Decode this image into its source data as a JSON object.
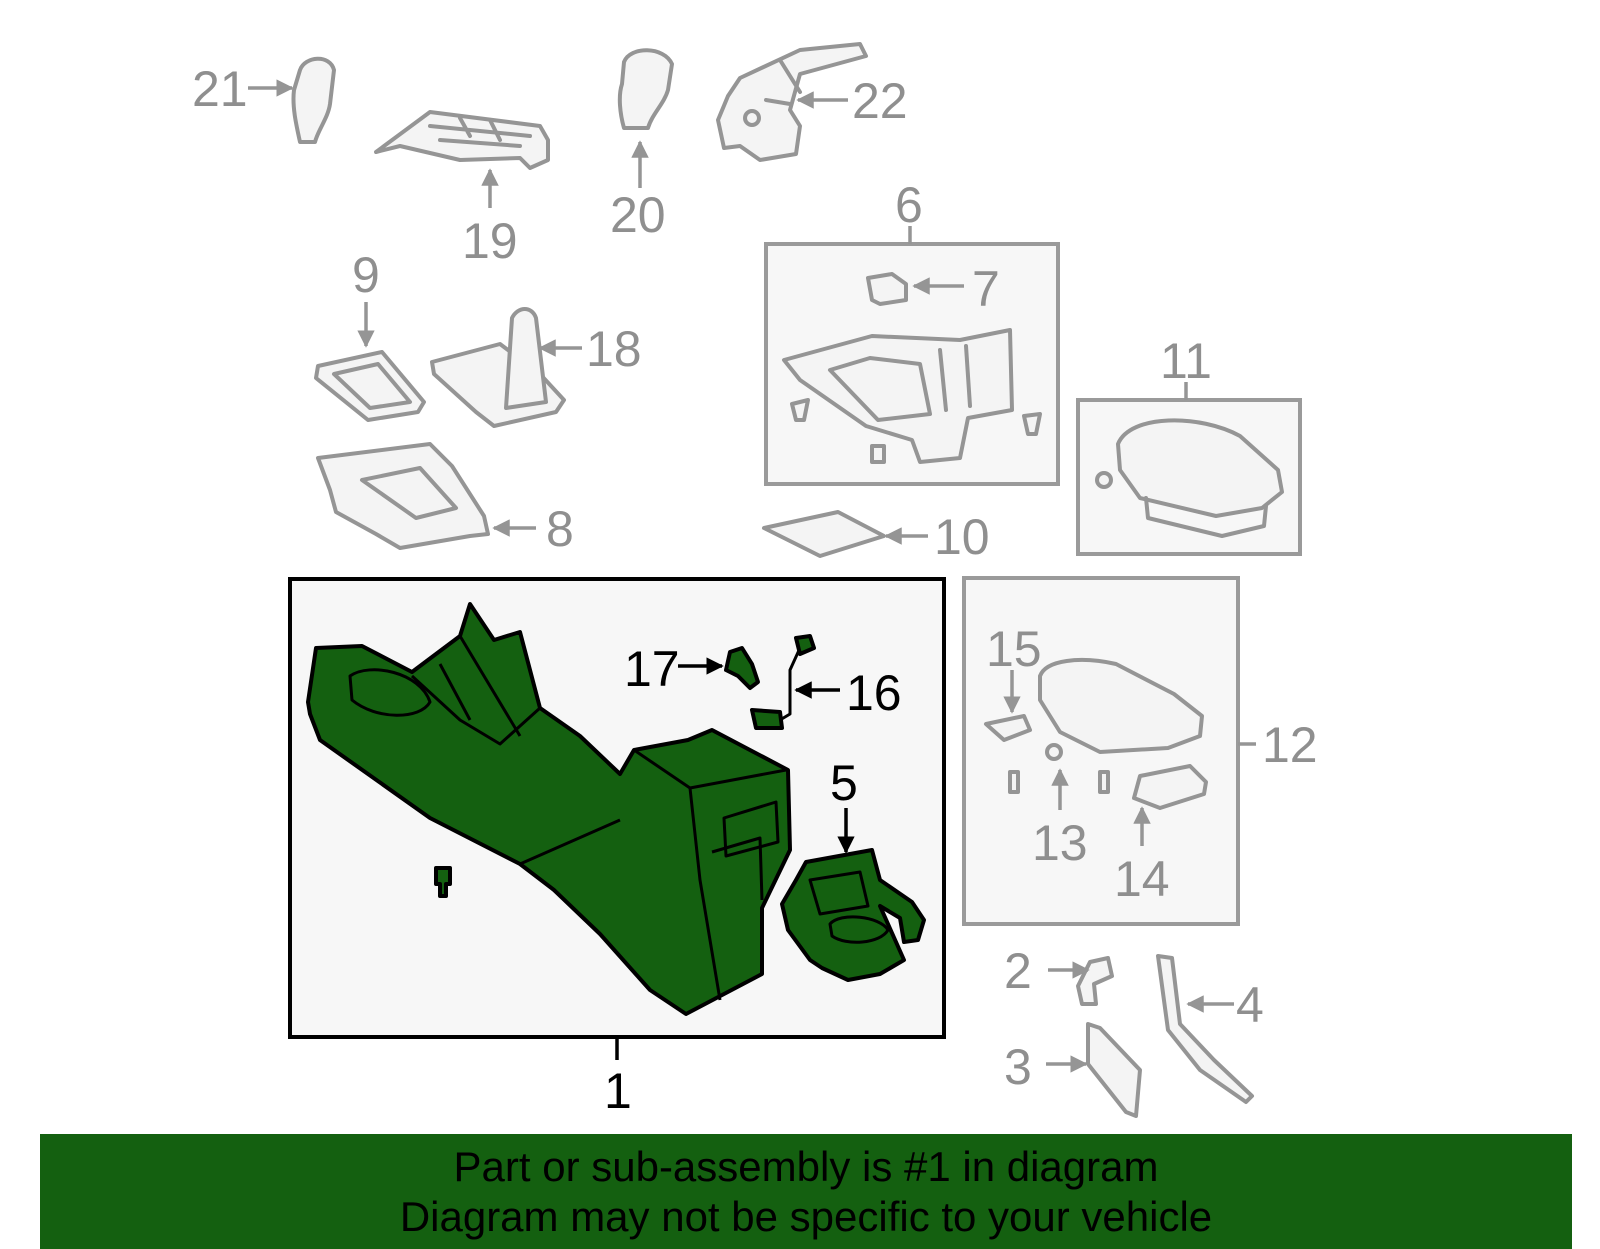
{
  "callouts": {
    "c1": "1",
    "c2": "2",
    "c3": "3",
    "c4": "4",
    "c5": "5",
    "c6": "6",
    "c7": "7",
    "c8": "8",
    "c9": "9",
    "c10": "10",
    "c11": "11",
    "c12": "12",
    "c13": "13",
    "c14": "14",
    "c15": "15",
    "c16": "16",
    "c17": "17",
    "c18": "18",
    "c19": "19",
    "c20": "20",
    "c21": "21",
    "c22": "22"
  },
  "footer": {
    "line1": "Part or sub-assembly is #1 in diagram",
    "line2": "Diagram may not be specific to your vehicle"
  },
  "colors": {
    "highlight": "#146010",
    "banner": "#146010",
    "outline_gray": "#959595"
  }
}
